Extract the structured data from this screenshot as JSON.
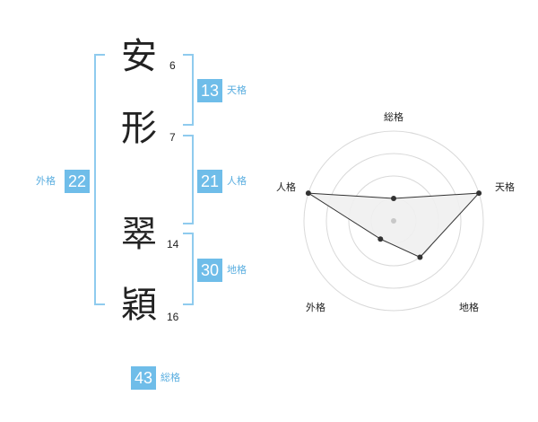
{
  "name_chars": [
    {
      "char": "安",
      "strokes": "6"
    },
    {
      "char": "形",
      "strokes": "7"
    },
    {
      "char": "翠",
      "strokes": "14"
    },
    {
      "char": "穎",
      "strokes": "16"
    }
  ],
  "kakaku": {
    "tenkaku": {
      "value": "13",
      "label": "天格"
    },
    "jinkaku": {
      "value": "21",
      "label": "人格"
    },
    "chikaku": {
      "value": "30",
      "label": "地格"
    },
    "gaikaku": {
      "value": "22",
      "label": "外格"
    },
    "soukaku": {
      "value": "43",
      "label": "総格"
    }
  },
  "colors": {
    "accent": "#6fbde9",
    "bracket": "#8fcbee"
  },
  "chart_data": {
    "type": "radar",
    "axes": [
      "総格",
      "天格",
      "地格",
      "外格",
      "人格"
    ],
    "values": [
      1,
      4,
      2,
      1,
      4
    ],
    "range": [
      0,
      4
    ],
    "rings": 4
  }
}
